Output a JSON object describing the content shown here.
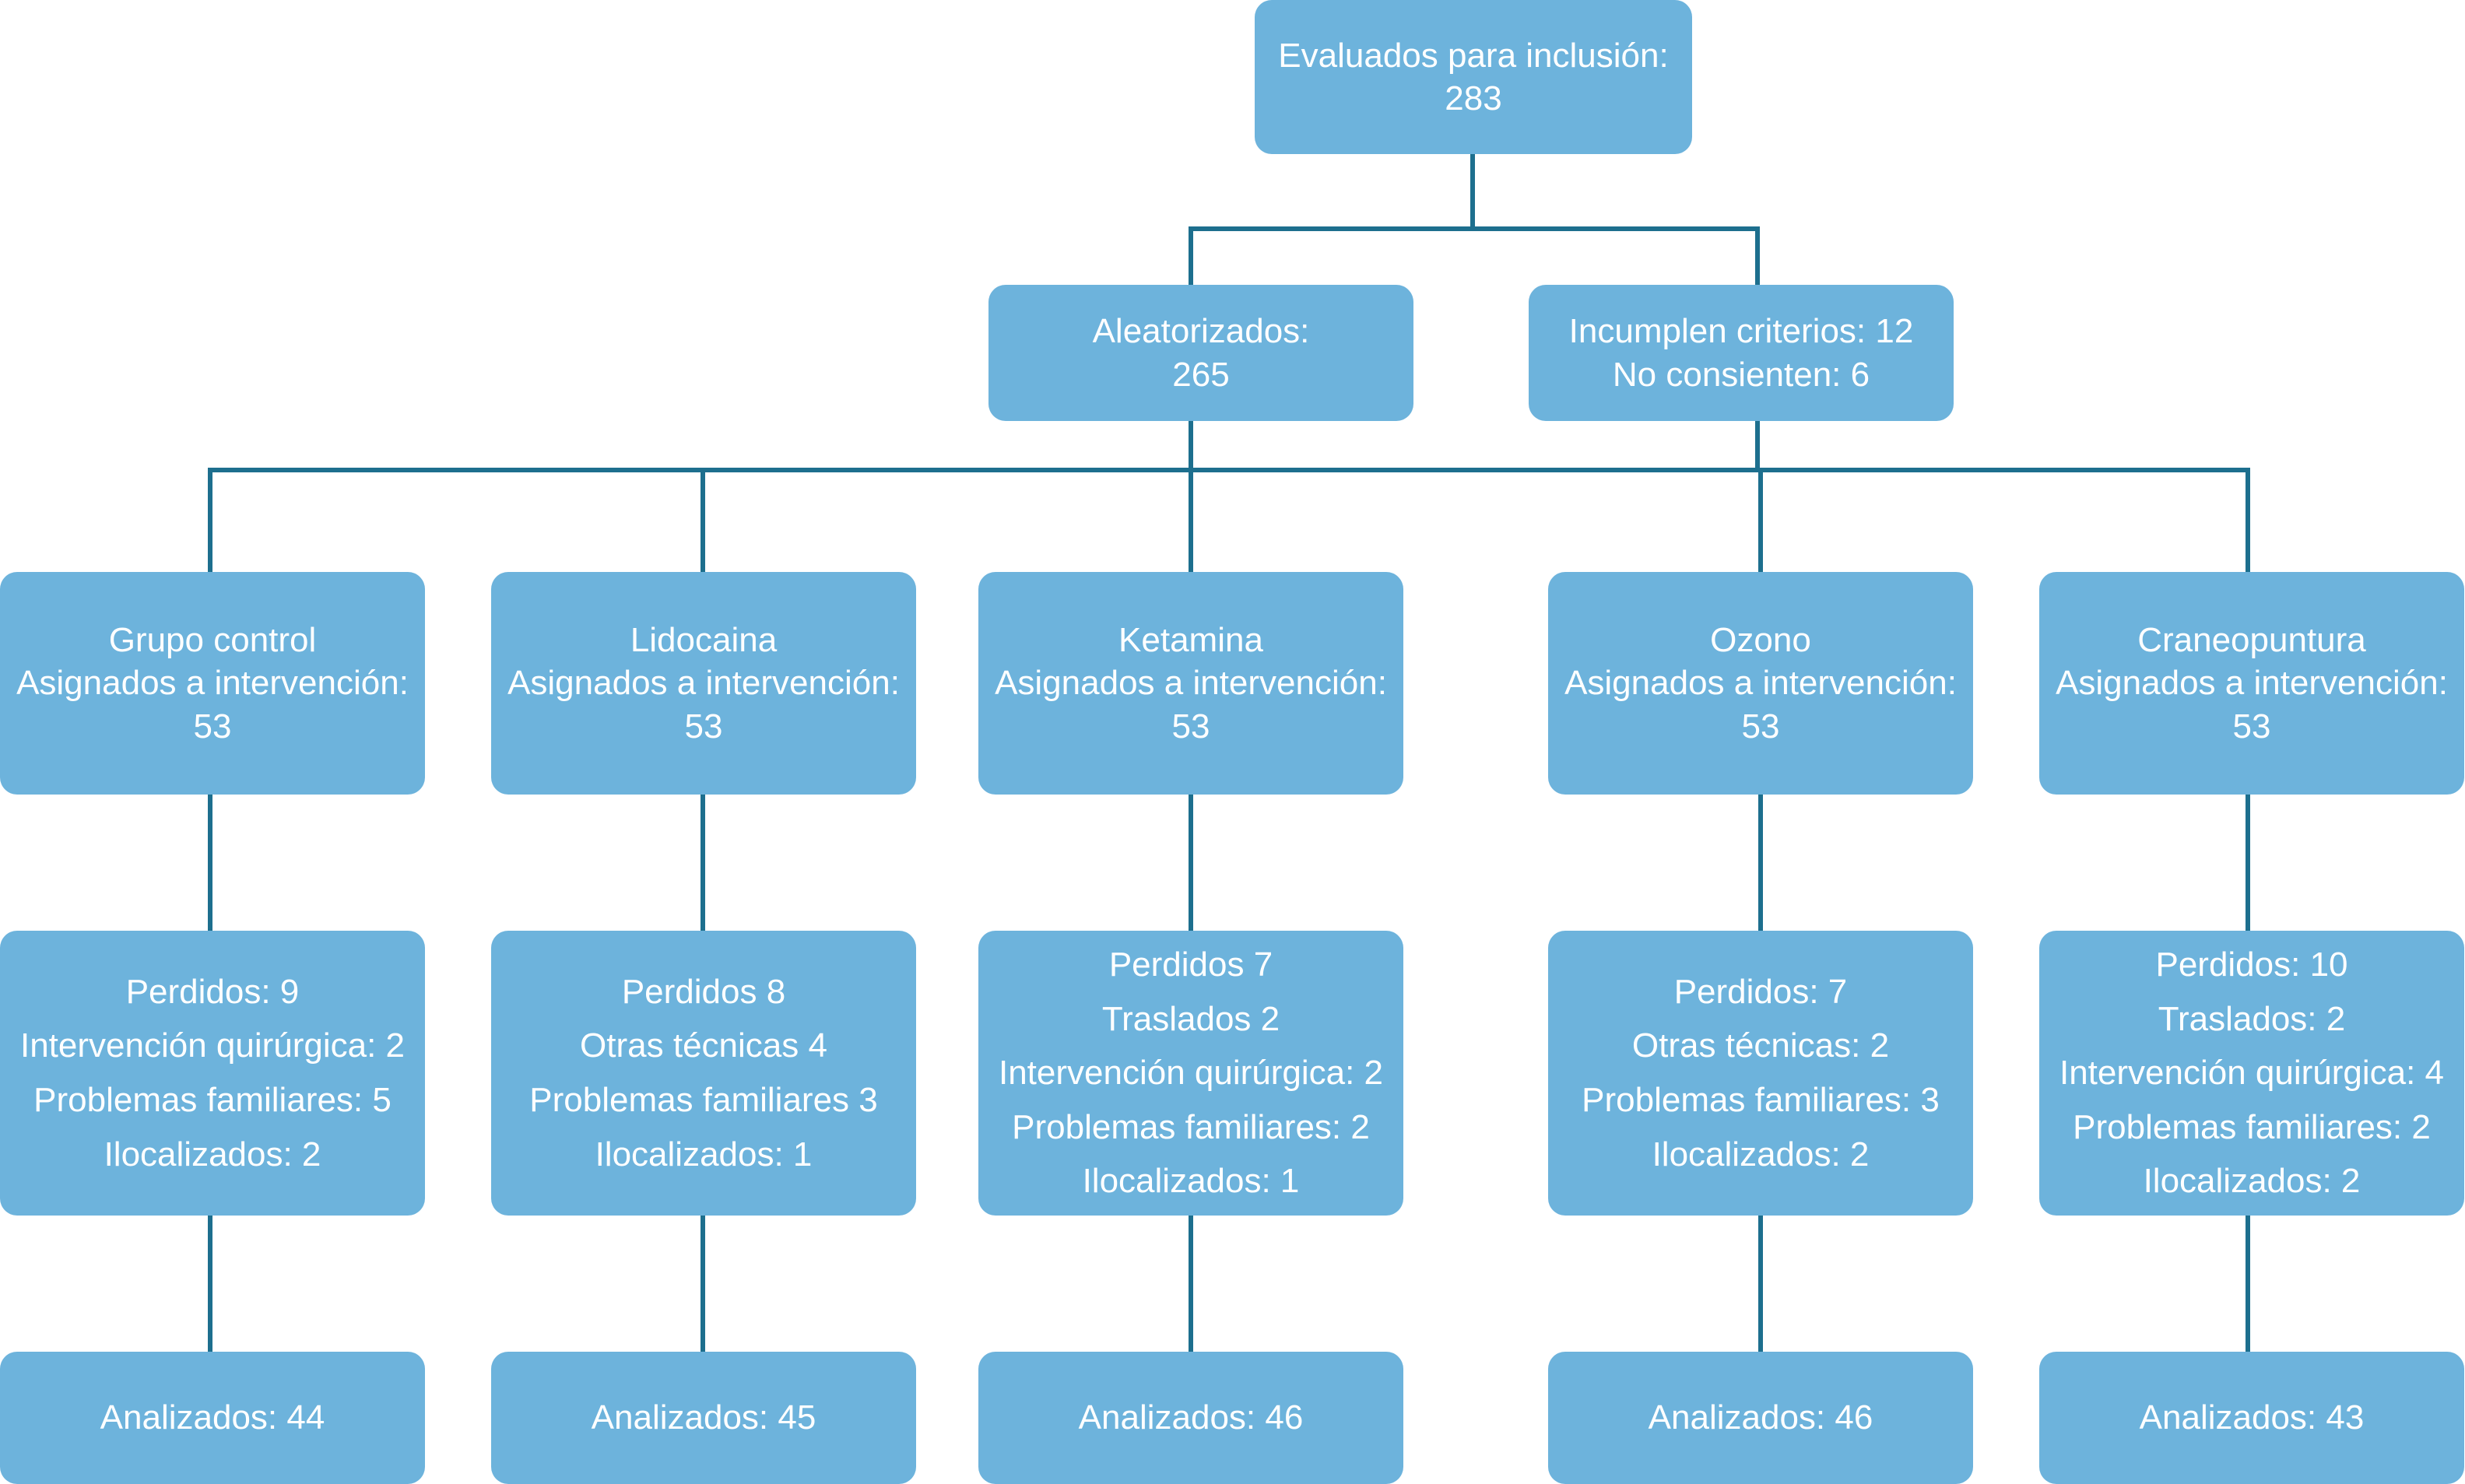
{
  "colors": {
    "box_fill": "#6db3dc",
    "connector": "#1d6f8e",
    "text": "#ffffff",
    "background": "#ffffff"
  },
  "assessed": {
    "label": "Evaluados para inclusión:",
    "count": "283"
  },
  "randomized": {
    "label": "Aleatorizados:",
    "count": "265"
  },
  "excluded": {
    "line1": "Incumplen criterios: 12",
    "line2": "No consienten: 6"
  },
  "groups": [
    {
      "name": "Grupo control",
      "assigned_label": "Asignados a intervención:",
      "assigned_count": "53",
      "losses": [
        "Perdidos: 9",
        "Intervención quirúrgica: 2",
        "Problemas familiares: 5",
        "Ilocalizados: 2"
      ],
      "analyzed": "Analizados: 44"
    },
    {
      "name": "Lidocaina",
      "assigned_label": "Asignados a intervención:",
      "assigned_count": "53",
      "losses": [
        "Perdidos 8",
        "Otras técnicas 4",
        "Problemas familiares 3",
        "Ilocalizados: 1"
      ],
      "analyzed": "Analizados: 45"
    },
    {
      "name": "Ketamina",
      "assigned_label": "Asignados a intervención:",
      "assigned_count": "53",
      "losses": [
        "Perdidos 7",
        "Traslados 2",
        "Intervención quirúrgica: 2",
        "Problemas familiares: 2",
        "Ilocalizados: 1"
      ],
      "analyzed": "Analizados: 46"
    },
    {
      "name": "Ozono",
      "assigned_label": "Asignados a intervención:",
      "assigned_count": "53",
      "losses": [
        "Perdidos: 7",
        "Otras técnicas: 2",
        "Problemas familiares: 3",
        "Ilocalizados: 2"
      ],
      "analyzed": "Analizados: 46"
    },
    {
      "name": "Craneopuntura",
      "assigned_label": "Asignados a intervención:",
      "assigned_count": "53",
      "losses": [
        "Perdidos: 10",
        "Traslados: 2",
        "Intervención quirúrgica: 4",
        "Problemas familiares: 2",
        "Ilocalizados: 2"
      ],
      "analyzed": "Analizados: 43"
    }
  ]
}
